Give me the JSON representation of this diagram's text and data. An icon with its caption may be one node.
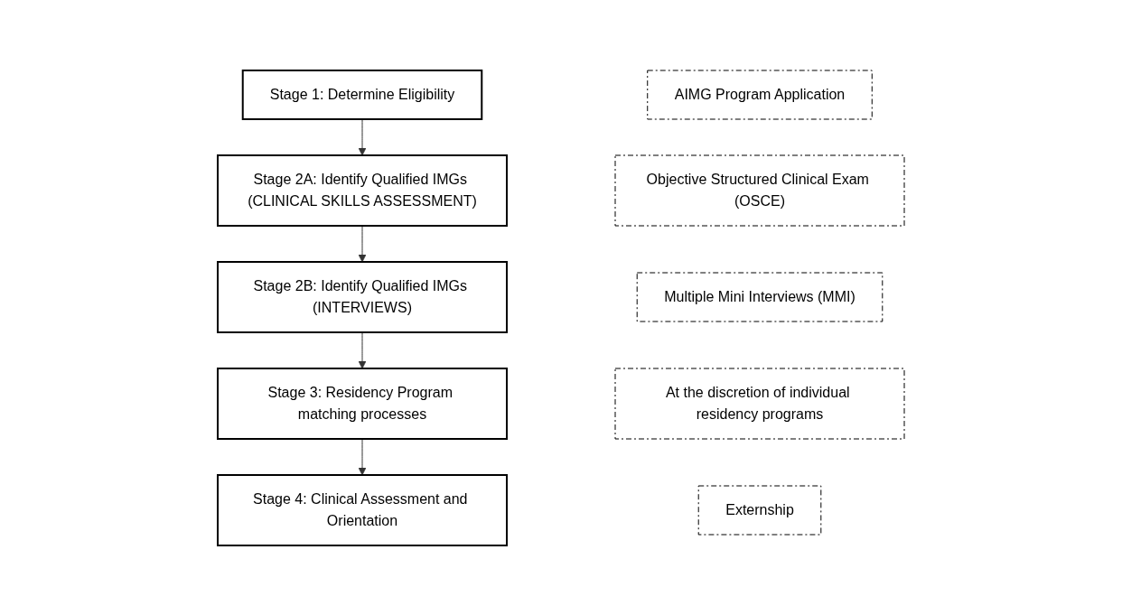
{
  "diagram": {
    "nodes": [
      {
        "text": [
          "Stage 1: Determine Eligibility"
        ]
      },
      {
        "text": [
          "Stage 2A: Identify Qualified IMGs (CLINICAL SKILLS ASSESSMENT)"
        ]
      },
      {
        "text": [
          "Stage 2B: Identify Qualified IMGs (INTERVIEWS)"
        ]
      },
      {
        "text": [
          "Stage 3: Residency Program matching processes"
        ]
      },
      {
        "text": [
          "Stage 4: Clinical Assessment and Orientation"
        ]
      },
      {
        "text": [
          "AIMG Program Application"
        ]
      },
      {
        "text": [
          "Objective Structured Clinical Exam (OSCE)"
        ]
      },
      {
        "text": [
          "Multiple Mini Interviews (MMI)"
        ]
      },
      {
        "text": [
          "At the discretion of individual residency programs"
        ]
      },
      {
        "text": [
          "Externship"
        ]
      }
    ],
    "edges": [
      {
        "from": 0,
        "to": 1,
        "arrow": "to"
      },
      {
        "from": 1,
        "to": 2,
        "arrow": "to"
      },
      {
        "from": 2,
        "to": 3,
        "arrow": "to"
      },
      {
        "from": 3,
        "to": 4,
        "arrow": "to"
      }
    ]
  }
}
